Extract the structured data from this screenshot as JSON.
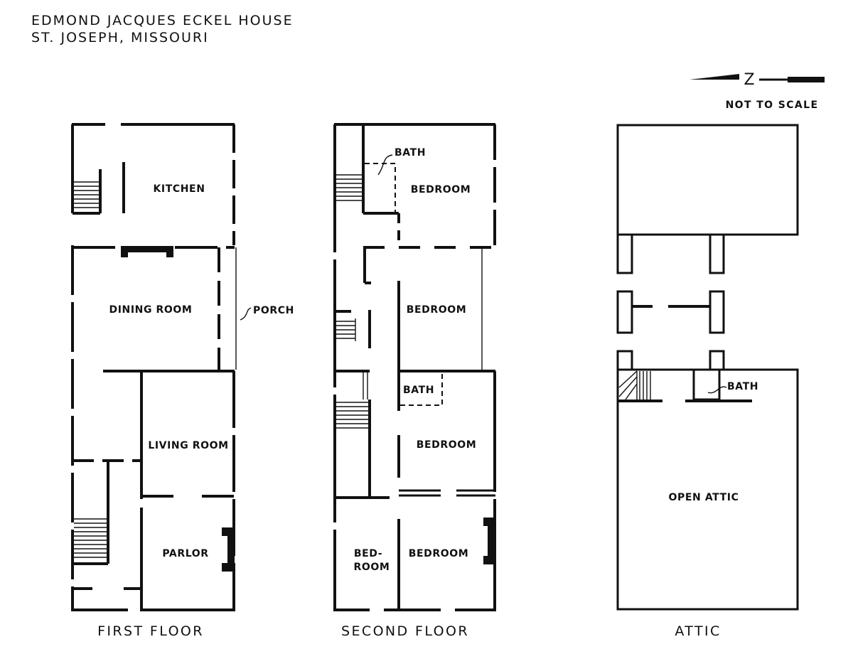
{
  "title": {
    "line1": "EDMOND JACQUES ECKEL  HOUSE",
    "line2": "ST. JOSEPH, MISSOURI"
  },
  "north": {
    "letter": "Z",
    "scale_note": "NOT TO SCALE"
  },
  "floors": {
    "first": {
      "label": "FIRST FLOOR",
      "rooms": {
        "kitchen": "KITCHEN",
        "dining": "DINING ROOM",
        "porch": "PORCH",
        "living": "LIVING ROOM",
        "parlor": "PARLOR"
      }
    },
    "second": {
      "label": "SECOND  FLOOR",
      "rooms": {
        "bath_top": "BATH",
        "bedroom_1": "BEDROOM",
        "bedroom_2": "BEDROOM",
        "bath_mid": "BATH",
        "bedroom_3": "BEDROOM",
        "bed_room_line1": "BED-",
        "bed_room_line2": "ROOM",
        "bedroom_4": "BEDROOM"
      }
    },
    "attic": {
      "label": "ATTIC",
      "rooms": {
        "bath": "BATH",
        "open_attic": "OPEN  ATTIC"
      }
    }
  }
}
